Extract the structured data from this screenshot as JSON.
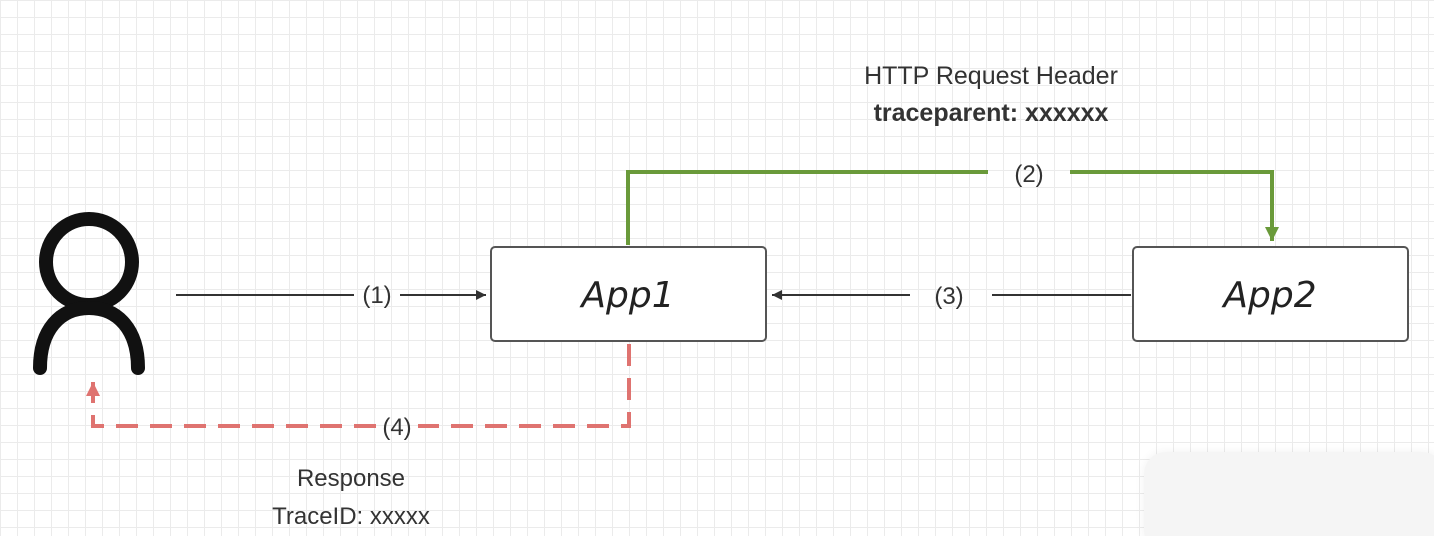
{
  "diagram": {
    "nodes": {
      "app1": "App1",
      "app2": "App2"
    },
    "edges": {
      "step1": "(1)",
      "step2": "(2)",
      "step3": "(3)",
      "step4": "(4)"
    },
    "request_note": {
      "line1": "HTTP Request Header",
      "line2": "traceparent: xxxxxx"
    },
    "response_note": {
      "line1": "Response",
      "line2": "TraceID: xxxxx"
    },
    "icons": {
      "user": "user-icon"
    },
    "colors": {
      "request_line": "#6a9a3a",
      "response_line": "#df7370",
      "connector": "#333333",
      "node_border": "#555555"
    }
  }
}
